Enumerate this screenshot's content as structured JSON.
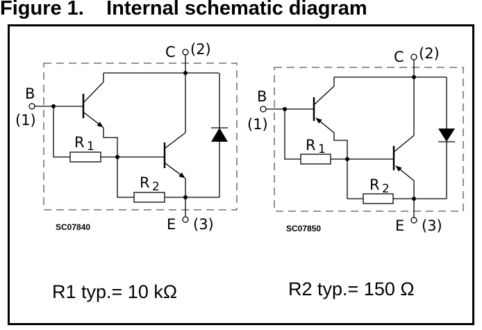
{
  "figure": {
    "number": "Figure 1.",
    "title": "Internal schematic diagram"
  },
  "schematics": [
    {
      "code": "SC07840",
      "terminals": {
        "base": {
          "letter": "B",
          "pin": "(1)"
        },
        "collector": {
          "letter": "C",
          "pin": "(2)"
        },
        "emitter": {
          "letter": "E",
          "pin": "(3)"
        }
      },
      "resistors": {
        "r1": {
          "letter": "R",
          "sub": "1"
        },
        "r2": {
          "letter": "R",
          "sub": "2"
        }
      },
      "diode_direction": "up"
    },
    {
      "code": "SC07850",
      "terminals": {
        "base": {
          "letter": "B",
          "pin": "(1)"
        },
        "collector": {
          "letter": "C",
          "pin": "(2)"
        },
        "emitter": {
          "letter": "E",
          "pin": "(3)"
        }
      },
      "resistors": {
        "r1": {
          "letter": "R",
          "sub": "1"
        },
        "r2": {
          "letter": "R",
          "sub": "2"
        }
      },
      "diode_direction": "down"
    }
  ],
  "values": {
    "r1": "R1 typ.= 10 kΩ",
    "r2": "R2 typ.= 150 Ω"
  },
  "colors": {
    "line": "#000000",
    "dashed_box": "#555555"
  }
}
